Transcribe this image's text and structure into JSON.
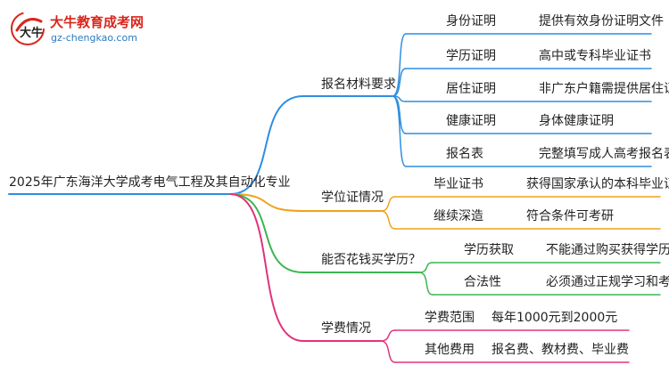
{
  "logo": {
    "title": "大牛教育成考网",
    "url": "gz-chengkao.com",
    "mark_text": "大牛"
  },
  "root": "2025年广东海洋大学成考电气工程及其自动化专业",
  "colors": {
    "blue": "#2f8ee0",
    "orange": "#f0a21c",
    "green": "#3cb650",
    "magenta": "#e0337a"
  },
  "branches": [
    {
      "label": "报名材料要求",
      "color": "blue",
      "items": [
        {
          "label": "身份证明",
          "detail": "提供有效身份证明文件"
        },
        {
          "label": "学历证明",
          "detail": "高中或专科毕业证书"
        },
        {
          "label": "居住证明",
          "detail": "非广东户籍需提供居住证"
        },
        {
          "label": "健康证明",
          "detail": "身体健康证明"
        },
        {
          "label": "报名表",
          "detail": "完整填写成人高考报名表"
        }
      ]
    },
    {
      "label": "学位证情况",
      "color": "orange",
      "items": [
        {
          "label": "毕业证书",
          "detail": "获得国家承认的本科毕业证书"
        },
        {
          "label": "继续深造",
          "detail": "符合条件可考研"
        }
      ]
    },
    {
      "label": "能否花钱买学历？",
      "color": "green",
      "items": [
        {
          "label": "学历获取",
          "detail": "不能通过购买获得学历"
        },
        {
          "label": "合法性",
          "detail": "必须通过正规学习和考试"
        }
      ]
    },
    {
      "label": "学费情况",
      "color": "magenta",
      "items": [
        {
          "label": "学费范围",
          "detail": "每年1000元到2000元"
        },
        {
          "label": "其他费用",
          "detail": "报名费、教材费、毕业费"
        }
      ]
    }
  ]
}
